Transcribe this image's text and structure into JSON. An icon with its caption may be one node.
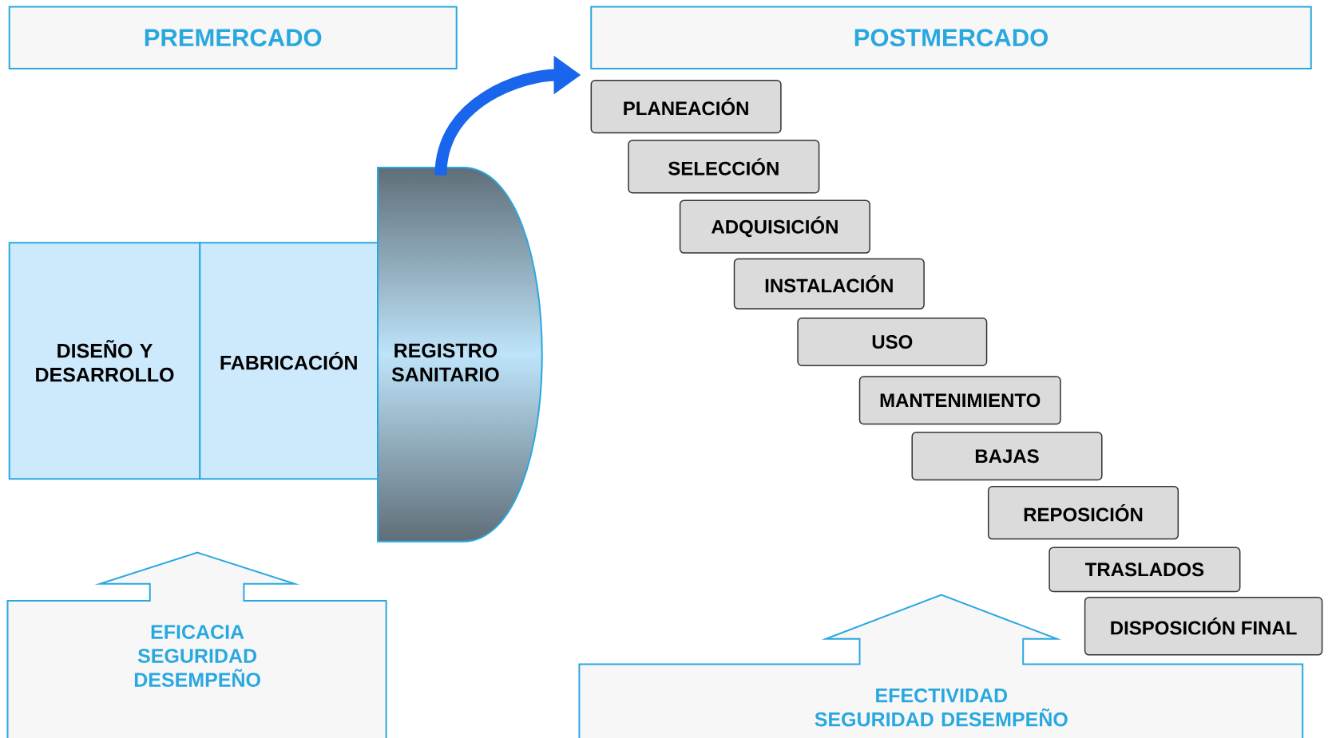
{
  "diagram": {
    "nodes": [
      {
        "text": [
          "PREMERCADO"
        ]
      },
      {
        "text": [
          "POSTMERCADO"
        ]
      },
      {
        "text": [
          "DISEÑO Y DESARROLLO"
        ]
      },
      {
        "text": [
          "FABRICACIÓN"
        ]
      },
      {
        "text": [
          "REGISTRO SANITARIO"
        ]
      },
      {
        "text": [
          "PLANEACIÓN"
        ]
      },
      {
        "text": [
          "SELECCIÓN"
        ]
      },
      {
        "text": [
          "ADQUISICIÓN"
        ]
      },
      {
        "text": [
          "INSTALACIÓN"
        ]
      },
      {
        "text": [
          "USO"
        ]
      },
      {
        "text": [
          "MANTENIMIENTO"
        ]
      },
      {
        "text": [
          "BAJAS"
        ]
      },
      {
        "text": [
          "REPOSICIÓN"
        ]
      },
      {
        "text": [
          "TRASLADOS"
        ]
      },
      {
        "text": [
          "DISPOSICIÓN FINAL"
        ]
      },
      {
        "text": [
          "EFICACIA SEGURIDAD DESEMPEÑO"
        ]
      },
      {
        "text": [
          "EFECTIVIDAD SEGURIDAD DESEMPEÑO"
        ]
      }
    ],
    "edges": [
      {
        "from": 4,
        "to": 5,
        "arrow": "to"
      }
    ]
  }
}
